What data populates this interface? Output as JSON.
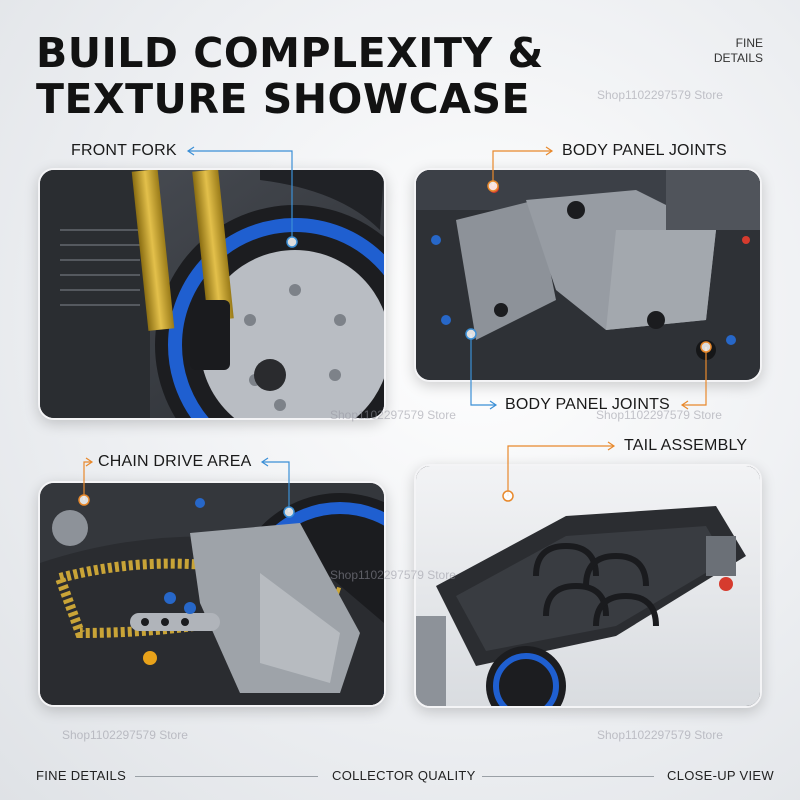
{
  "title": {
    "line1": "BUILD COMPLEXITY &",
    "line2": "TEXTURE SHOWCASE"
  },
  "corner_tag": {
    "line1": "FINE",
    "line2": "DETAILS"
  },
  "callouts": {
    "front_fork": "FRONT FORK",
    "body_panel_top": "BODY PANEL JOINTS",
    "body_panel_bottom": "BODY PANEL JOINTS",
    "chain_drive": "CHAIN DRIVE AREA",
    "tail_assembly": "TAIL ASSEMBLY"
  },
  "watermark": "Shop1102297579 Store",
  "footer": {
    "left": "FINE DETAILS",
    "center": "COLLECTOR QUALITY",
    "right": "CLOSE-UP VIEW"
  },
  "colors": {
    "callout_blue": "#3b8fd6",
    "callout_orange": "#e8892c",
    "wheel_blue": "#1f5fd0",
    "fork_gold": "#c9a227",
    "panel_gray": "#8d9299",
    "chain_gold": "#c9a437"
  }
}
